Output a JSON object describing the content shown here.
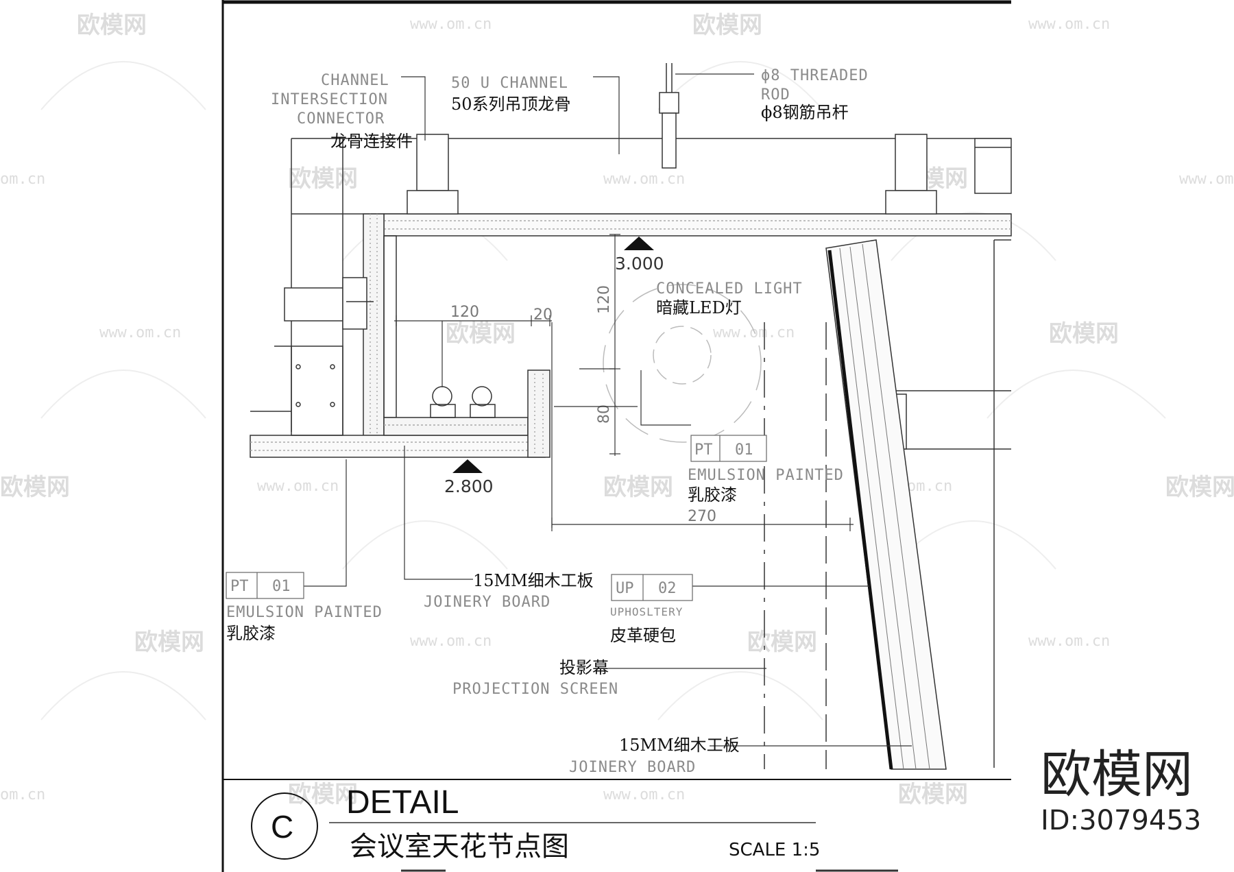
{
  "labels": {
    "channel_connector_en": [
      "CHANNEL",
      "INTERSECTION",
      "CONNECTOR"
    ],
    "channel_connector_zh": "龙骨连接件",
    "u_channel_en": "50 U CHANNEL",
    "u_channel_zh": "50系列吊顶龙骨",
    "threaded_rod_en": [
      "ϕ8 THREADED",
      "ROD"
    ],
    "threaded_rod_zh": "ϕ8钢筋吊杆",
    "concealed_light_en": "CONCEALED LIGHT",
    "concealed_light_zh": "暗藏LED灯",
    "emulsion_en": "EMULSION PAINTED",
    "emulsion_zh": "乳胶漆",
    "joinery_zh": "15MM细木工板",
    "joinery_en": "JOINERY BOARD",
    "upholstery_en": "UPHOSLTERY",
    "upholstery_zh": "皮革硬包",
    "projection_zh": "投影幕",
    "projection_en": "PROJECTION SCREEN",
    "joinery2_zh": "15MM细木工板",
    "joinery2_en": "JOINERY BOARD"
  },
  "tags": {
    "pt_code": "PT",
    "pt_num": "01",
    "up_code": "UP",
    "up_num": "02"
  },
  "dimensions": {
    "d120_h": "120",
    "d20": "20",
    "d120_v": "120",
    "d80": "80",
    "d270": "270"
  },
  "levels": {
    "top": "3.000",
    "bottom": "2.800"
  },
  "title": {
    "letter": "C",
    "en": "DETAIL",
    "zh": "会议室天花节点图",
    "scale": "SCALE 1:5"
  },
  "watermark": {
    "brand": "欧模网",
    "url": "www.om.cn",
    "short_url": "om.cn"
  },
  "brand": {
    "name": "欧模网",
    "id": "ID:3079453"
  }
}
